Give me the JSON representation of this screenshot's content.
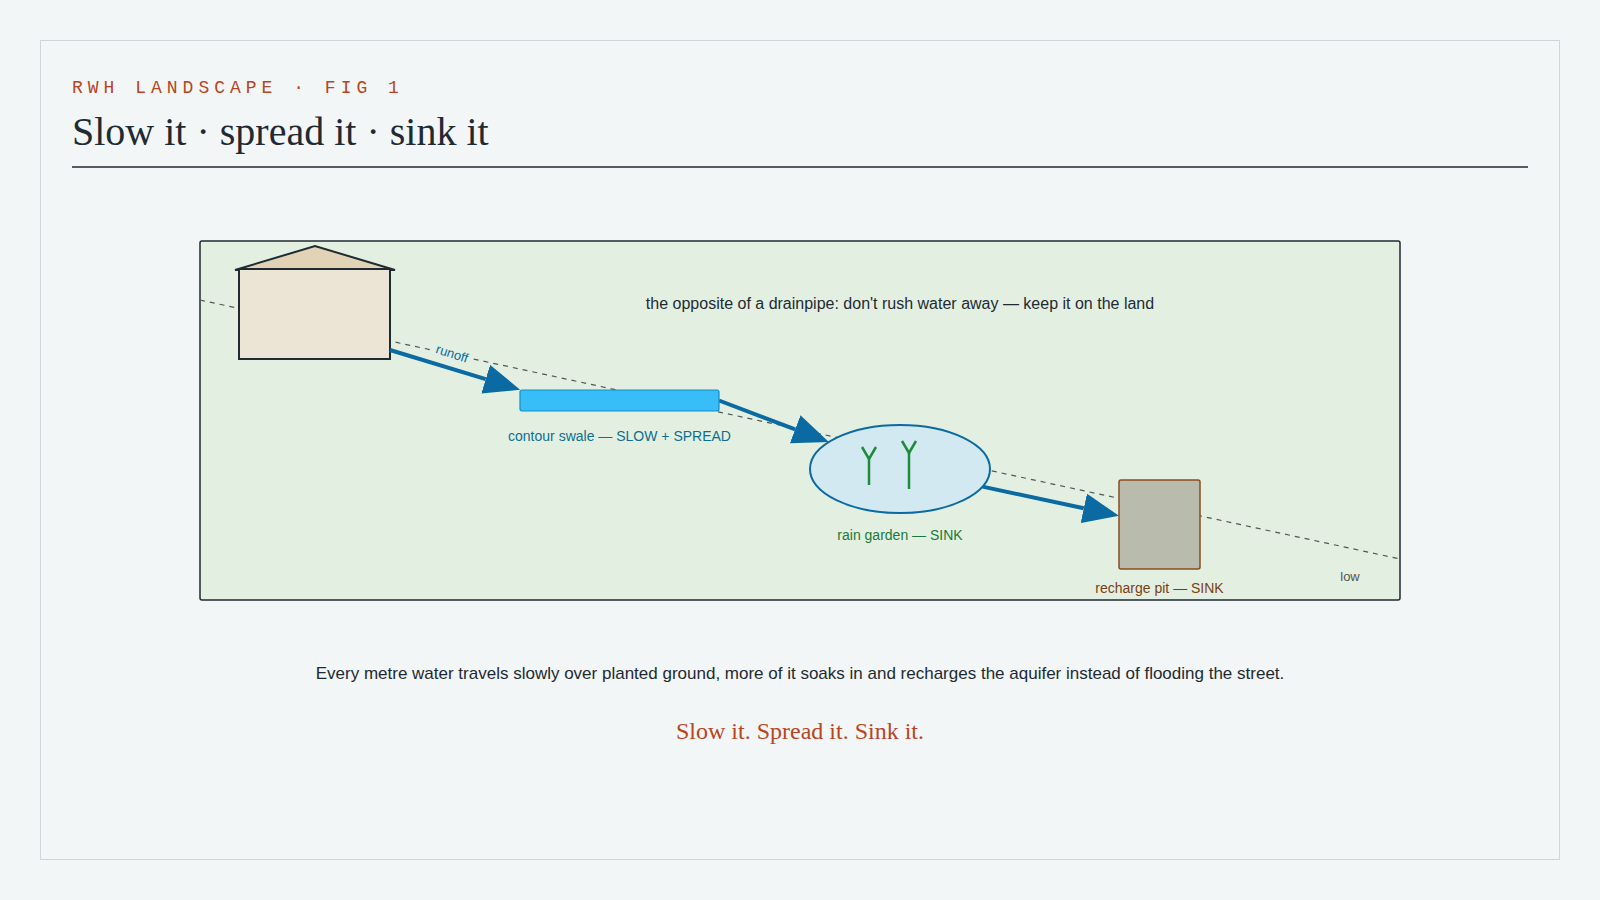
{
  "diagram": {
    "title": "Slow it · spread it · sink it",
    "caption": "Every metre water travels slowly over planted ground, more of it soaks in and recharges the aquifer instead of flooding the street.",
    "nodes": [
      {
        "text": [
          "contour swale — SLOW + SPREAD"
        ]
      },
      {
        "text": [
          "rain garden — SINK"
        ]
      },
      {
        "text": [
          "recharge pit — SINK"
        ]
      }
    ],
    "edges": [
      {
        "from": 0,
        "to": 1,
        "arrow": "to"
      },
      {
        "from": 1,
        "to": 2,
        "arrow": "to"
      }
    ],
    "labels": [
      "RWH LANDSCAPE · FIG 1",
      "the opposite of a drainpipe: don't rush water away — keep it on the land",
      "runoff",
      "low",
      "Slow it. Spread it. Sink it."
    ]
  }
}
